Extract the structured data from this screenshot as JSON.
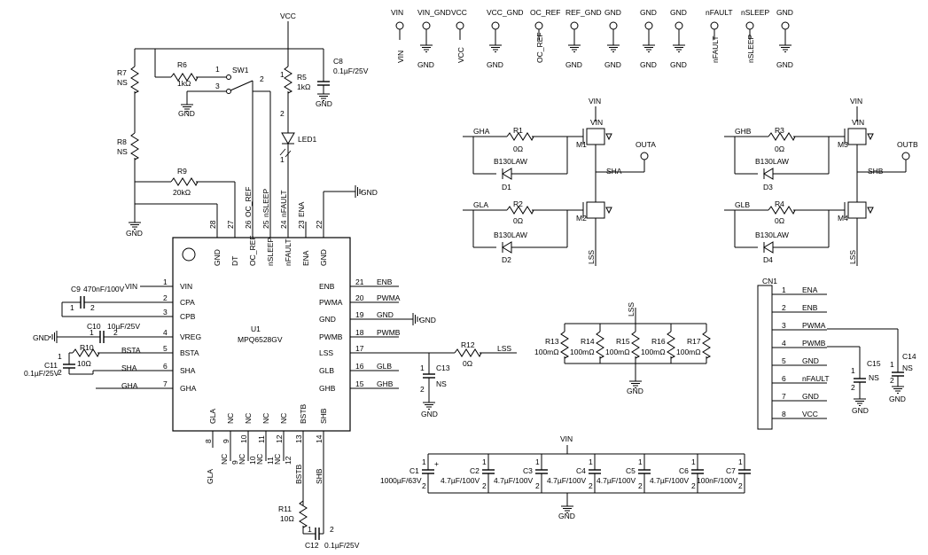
{
  "top_pins": [
    {
      "top": "VIN",
      "net": "VIN"
    },
    {
      "top": "VIN_GND",
      "net": "GND"
    },
    {
      "top": "VCC",
      "net": "VCC"
    },
    {
      "top": "VCC_GND",
      "net": "GND"
    },
    {
      "top": "OC_REF",
      "net": "OC_REF"
    },
    {
      "top": "REF_GND",
      "net": "GND"
    },
    {
      "top": "GND",
      "net": "GND"
    },
    {
      "top": "GND",
      "net": "GND"
    },
    {
      "top": "GND",
      "net": "GND"
    },
    {
      "top": "nFAULT",
      "net": "nFAULT"
    },
    {
      "top": "nSLEEP",
      "net": "nSLEEP"
    },
    {
      "top": "GND",
      "net": "GND"
    }
  ],
  "labels": {
    "vcc": "VCC",
    "vin": "VIN",
    "gnd": "GND",
    "ns": "NS",
    "r7": "R7",
    "r8": "R8",
    "r6": "R6",
    "r6v": "1kΩ",
    "r5": "R5",
    "r5v": "1kΩ",
    "r9": "R9",
    "r9v": "20kΩ",
    "c8": "C8",
    "c8v": "0.1µF/25V",
    "sw1": "SW1",
    "led1": "LED1",
    "u1": "U1",
    "u1p": "MPQ6528GV",
    "c9": "C9",
    "c9v": "470nF/100V",
    "c10": "C10",
    "c10v": "10µF/25V",
    "r10": "R10",
    "r10v": "10Ω",
    "c11": "C11",
    "c11v": "0.1µF/25V",
    "r11": "R11",
    "r11v": "10Ω",
    "c12": "C12",
    "c12v": "0.1µF/25V",
    "r12": "R12",
    "r12v": "0Ω",
    "c13": "C13",
    "r1": "R1",
    "r2": "R2",
    "r3": "R3",
    "r4": "R4",
    "z": "0Ω",
    "d1": "D1",
    "d2": "D2",
    "d3": "D3",
    "d4": "D4",
    "dp": "B130LAW",
    "m1": "M1",
    "m2": "M2",
    "m3": "M3",
    "m4": "M4",
    "outa": "OUTA",
    "outb": "OUTB",
    "sha": "SHA",
    "shb": "SHB",
    "lss": "LSS",
    "gha": "GHA",
    "gla": "GLA",
    "ghb": "GHB",
    "glb": "GLB",
    "r13": "R13",
    "r14": "R14",
    "r15": "R15",
    "r16": "R16",
    "r17": "R17",
    "rv": "100mΩ",
    "cn1": "CN1",
    "c14": "C14",
    "c15": "C15",
    "c1": "C1",
    "c1v": "1000µF/63V",
    "c2": "C2",
    "c3": "C3",
    "c4": "C4",
    "c5": "C5",
    "c6": "C6",
    "cv": "4.7µF/100V",
    "c7": "C7",
    "c7v": "100nF/100V",
    "oc_ref": "OC_REF",
    "nsleep": "nSLEEP",
    "nfault": "nFAULT",
    "ena": "ENA",
    "enb": "ENB",
    "pwma": "PWMA",
    "pwmb": "PWMB",
    "dt": "DT",
    "vreg": "VREG",
    "bsta": "BSTA",
    "bstb": "BSTB",
    "cpa": "CPA",
    "cpb": "CPB",
    "nc": "NC"
  },
  "u1_left": [
    {
      "n": "1",
      "name": "VIN"
    },
    {
      "n": "2",
      "name": "CPA"
    },
    {
      "n": "3",
      "name": "CPB"
    },
    {
      "n": "4",
      "name": "VREG"
    },
    {
      "n": "5",
      "name": "BSTA"
    },
    {
      "n": "6",
      "name": "SHA"
    },
    {
      "n": "7",
      "name": "GHA"
    }
  ],
  "u1_right": [
    {
      "n": "21",
      "name": "ENB",
      "net": "ENB"
    },
    {
      "n": "20",
      "name": "PWMA",
      "net": "PWMA"
    },
    {
      "n": "19",
      "name": "GND",
      "net": "GND"
    },
    {
      "n": "18",
      "name": "PWMB",
      "net": "PWMB"
    },
    {
      "n": "17",
      "name": "LSS",
      "net": ""
    },
    {
      "n": "16",
      "name": "GLB",
      "net": "GLB"
    },
    {
      "n": "15",
      "name": "GHB",
      "net": "GHB"
    }
  ],
  "u1_top": [
    {
      "n": "28",
      "name": "GND"
    },
    {
      "n": "27",
      "name": "DT"
    },
    {
      "n": "26",
      "name": "OC_REF"
    },
    {
      "n": "25",
      "name": "nSLEEP"
    },
    {
      "n": "24",
      "name": "nFAULT"
    },
    {
      "n": "23",
      "name": "ENA"
    },
    {
      "n": "22",
      "name": "GND"
    }
  ],
  "u1_bottom": [
    {
      "n": "8",
      "name": "GLA"
    },
    {
      "n": "9",
      "name": "NC"
    },
    {
      "n": "10",
      "name": "NC"
    },
    {
      "n": "11",
      "name": "NC"
    },
    {
      "n": "12",
      "name": "NC"
    },
    {
      "n": "13",
      "name": "BSTB"
    },
    {
      "n": "14",
      "name": "SHB"
    }
  ],
  "cn1_pins": [
    {
      "n": "1",
      "name": "ENA"
    },
    {
      "n": "2",
      "name": "ENB"
    },
    {
      "n": "3",
      "name": "PWMA"
    },
    {
      "n": "4",
      "name": "PWMB"
    },
    {
      "n": "5",
      "name": "GND"
    },
    {
      "n": "6",
      "name": "nFAULT"
    },
    {
      "n": "7",
      "name": "GND"
    },
    {
      "n": "8",
      "name": "VCC"
    }
  ]
}
